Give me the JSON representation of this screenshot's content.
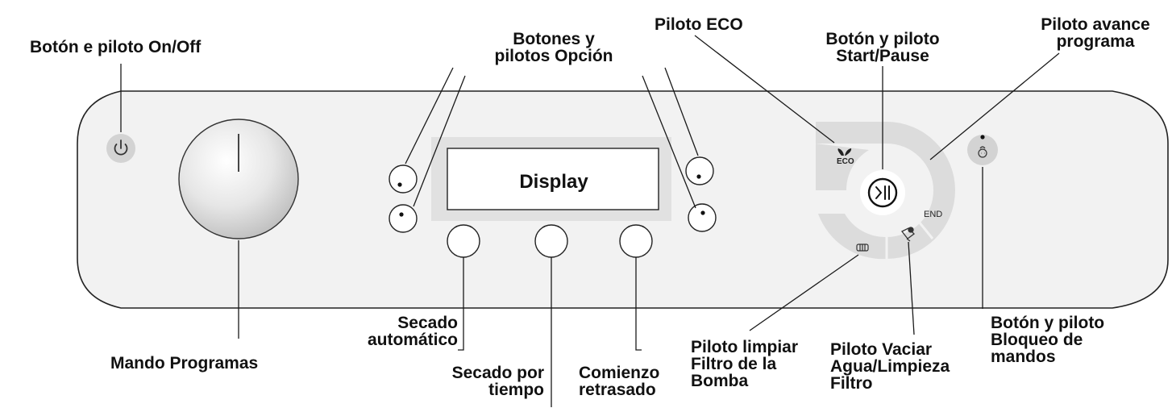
{
  "panel": {
    "display_label": "Display",
    "eco_text": "ECO",
    "end_text": "END"
  },
  "labels": {
    "onoff": "Botón e piloto On/Off",
    "opcion_1": "Botones y",
    "opcion_2": "pilotos Opción",
    "eco": "Piloto ECO",
    "start_1": "Botón y piloto",
    "start_2": "Start/Pause",
    "avance_1": "Piloto avance",
    "avance_2": "programa",
    "mando": "Mando Programas",
    "secado_auto_1": "Secado",
    "secado_auto_2": "automático",
    "secado_tiempo_1": "Secado por",
    "secado_tiempo_2": "tiempo",
    "comienzo_1": "Comienzo",
    "comienzo_2": "retrasado",
    "limpiar_1": "Piloto limpiar",
    "limpiar_2": "Filtro de la",
    "limpiar_3": "Bomba",
    "vaciar_1": "Piloto Vaciar",
    "vaciar_2": "Agua/Limpieza",
    "vaciar_3": "Filtro",
    "bloqueo_1": "Botón y piloto",
    "bloqueo_2": "Bloqueo de",
    "bloqueo_3": "mandos"
  },
  "icons": {
    "power": "power-icon",
    "eco": "leaf-icon",
    "start": "play-pause-icon",
    "filter_pump": "pump-filter-icon",
    "drain": "drain-filter-icon",
    "lock": "child-lock-icon"
  },
  "colors": {
    "panel_fill": "#f2f2f2",
    "display_bezel": "#e1e1e1",
    "dial_ring": "#dcdcdc",
    "line": "#1a1a1a"
  }
}
